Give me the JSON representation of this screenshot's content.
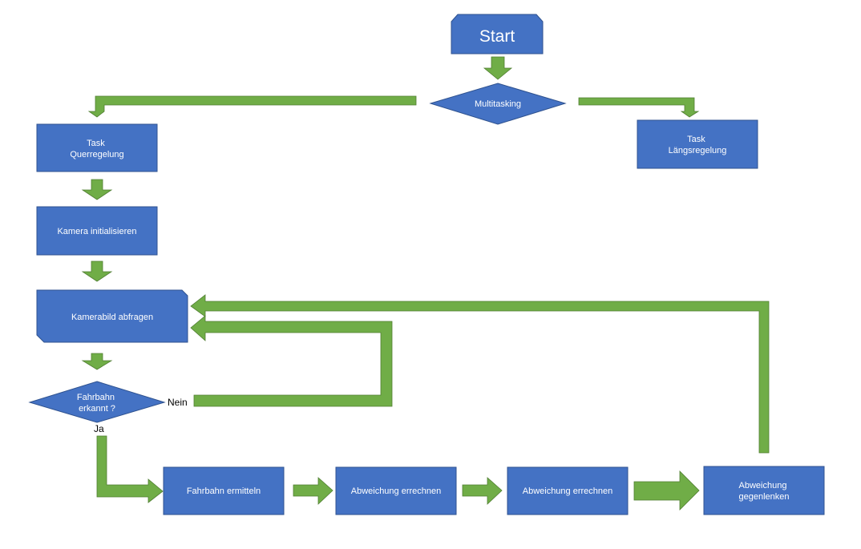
{
  "colors": {
    "node_fill": "#4472c4",
    "node_stroke": "#2f528f",
    "arrow_fill": "#70ad47",
    "arrow_stroke": "#507e32"
  },
  "nodes": {
    "start": "Start",
    "multitasking": "Multitasking",
    "task_quer": [
      "Task",
      "Querregelung"
    ],
    "task_laengs": [
      "Task",
      "Längsregelung"
    ],
    "kamera_init": "Kamera initialisieren",
    "kamerabild": "Kamerabild abfragen",
    "fahrbahn_erkannt": [
      "Fahrbahn",
      "erkannt ?"
    ],
    "fahrbahn_ermitteln": "Fahrbahn ermitteln",
    "abweichung_1": "Abweichung errechnen",
    "abweichung_2": "Abweichung errechnen",
    "gegenlenken": [
      "Abweichung",
      "gegenlenken"
    ]
  },
  "labels": {
    "nein": "Nein",
    "ja": "Ja"
  }
}
